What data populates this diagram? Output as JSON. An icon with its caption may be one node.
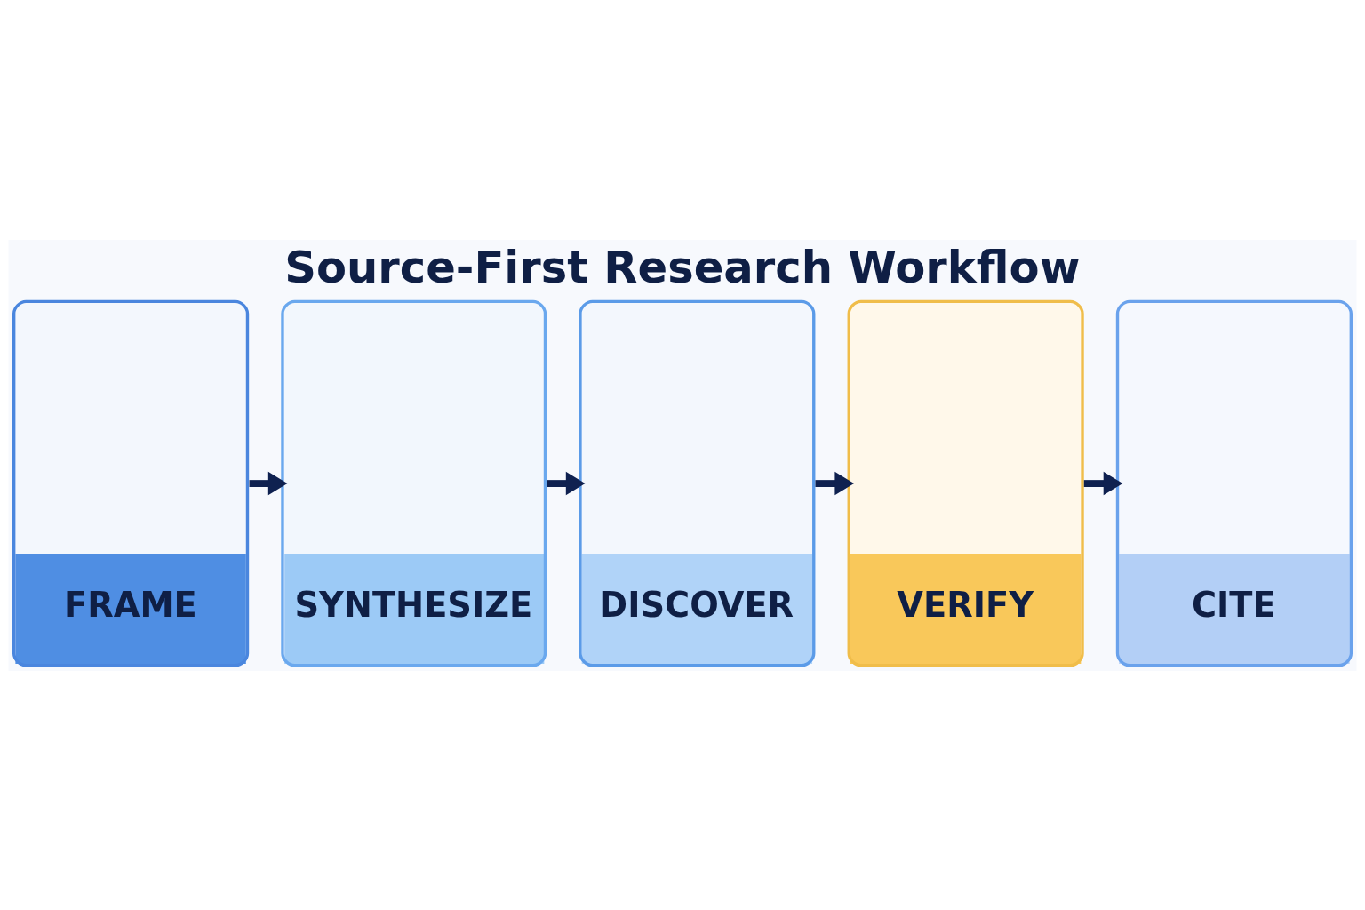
{
  "diagram": {
    "title": "Source-First Research Workflow",
    "nodes": [
      {
        "text": [
          "FRAME"
        ]
      },
      {
        "text": [
          "SYNTHESIZE"
        ]
      },
      {
        "text": [
          "DISCOVER"
        ]
      },
      {
        "text": [
          "VERIFY"
        ]
      },
      {
        "text": [
          "CITE"
        ]
      }
    ],
    "edges": [
      {
        "from": 0,
        "to": 1,
        "arrow": "to"
      },
      {
        "from": 1,
        "to": 2,
        "arrow": "to"
      },
      {
        "from": 2,
        "to": 3,
        "arrow": "to"
      },
      {
        "from": 3,
        "to": 4,
        "arrow": "to"
      }
    ]
  }
}
